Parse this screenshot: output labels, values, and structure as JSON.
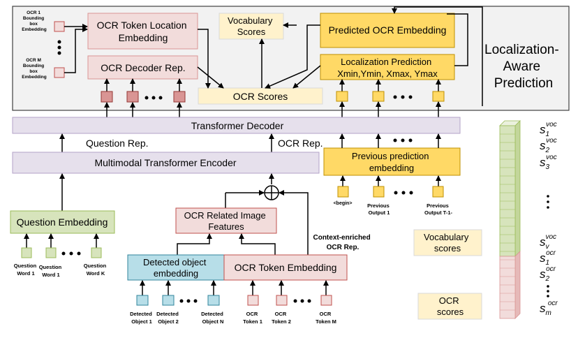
{
  "top_panel": {
    "title_lines": [
      "Localization-",
      "Aware",
      "Prediction"
    ],
    "ocr_bbox_first": [
      "OCR 1",
      "Bounding",
      "box",
      "Embedding"
    ],
    "ocr_bbox_last": [
      "OCR M",
      "Bounding",
      "box",
      "Embedding"
    ],
    "ocr_token_location_embedding": [
      "OCR Token Location",
      "Embedding"
    ],
    "ocr_decoder_rep": "OCR Decoder Rep.",
    "vocabulary_scores": [
      "Vocabulary",
      "Scores"
    ],
    "ocr_scores": "OCR Scores",
    "predicted_ocr_embedding": "Predicted OCR Embedding",
    "localization_prediction": [
      "Localization Prediction",
      "Xmin,Ymin, Xmax, Ymax"
    ]
  },
  "transformer_decoder": "Transformer Decoder",
  "question_rep": "Question Rep.",
  "ocr_rep": "OCR Rep.",
  "multimodal_encoder": "Multimodal Transformer Encoder",
  "previous_prediction_embedding": [
    "Previous prediction",
    "embedding"
  ],
  "prev_inputs": {
    "begin": "<begin>",
    "output1": [
      "Previous",
      "Output 1"
    ],
    "outputT": [
      "Previous",
      "Output T-1-"
    ]
  },
  "question_embedding": "Question Embedding",
  "question_words": {
    "w1": [
      "Question",
      "Word 1"
    ],
    "w2": [
      "Question",
      "Word 1"
    ],
    "wk": [
      "Question",
      "Word K"
    ]
  },
  "ocr_related_image_features": [
    "OCR Related Image",
    "Features"
  ],
  "context_enriched": [
    "Context-enriched",
    "OCR Rep."
  ],
  "detected_object_embedding": [
    "Detected object",
    "embedding"
  ],
  "ocr_token_embedding": "OCR Token Embedding",
  "detected_objects": {
    "o1": [
      "Detected",
      "Object 1"
    ],
    "o2": [
      "Detected",
      "Object 2"
    ],
    "on": [
      "Detected",
      "Object N"
    ]
  },
  "ocr_tokens": {
    "t1": [
      "OCR",
      "Token 1"
    ],
    "t2": [
      "OCR",
      "Token 2"
    ],
    "tm": [
      "OCR",
      "Token M"
    ]
  },
  "vocabulary_scores_label": [
    "Vocabulary",
    "scores"
  ],
  "ocr_scores_label": [
    "OCR",
    "scores"
  ],
  "score_symbols": {
    "s1_voc": {
      "base": "s",
      "sub": "1",
      "sup": "voc"
    },
    "s2_voc": {
      "base": "s",
      "sub": "2",
      "sup": "voc"
    },
    "s3_voc": {
      "base": "s",
      "sub": "3",
      "sup": "voc"
    },
    "sv_voc": {
      "base": "s",
      "sub": "v",
      "sup": "voc"
    },
    "s1_ocr": {
      "base": "s",
      "sub": "1",
      "sup": "ocr"
    },
    "s2_ocr": {
      "base": "s",
      "sub": "2",
      "sup": "ocr"
    },
    "sm_ocr": {
      "base": "s",
      "sub": "m",
      "sup": "ocr"
    }
  },
  "colors": {
    "panel_bg": "#f2f2f2",
    "pink": "#f2dcdb",
    "pink_dark": "#d99594",
    "lavender": "#e6e0ec",
    "yellow_light": "#fff2cc",
    "yellow": "#ffd966",
    "green_light": "#ebf1de",
    "green": "#d7e4bc",
    "blue": "#b7dee8",
    "red_stroke": "#c0504d",
    "green_stroke": "#9bbb59"
  }
}
